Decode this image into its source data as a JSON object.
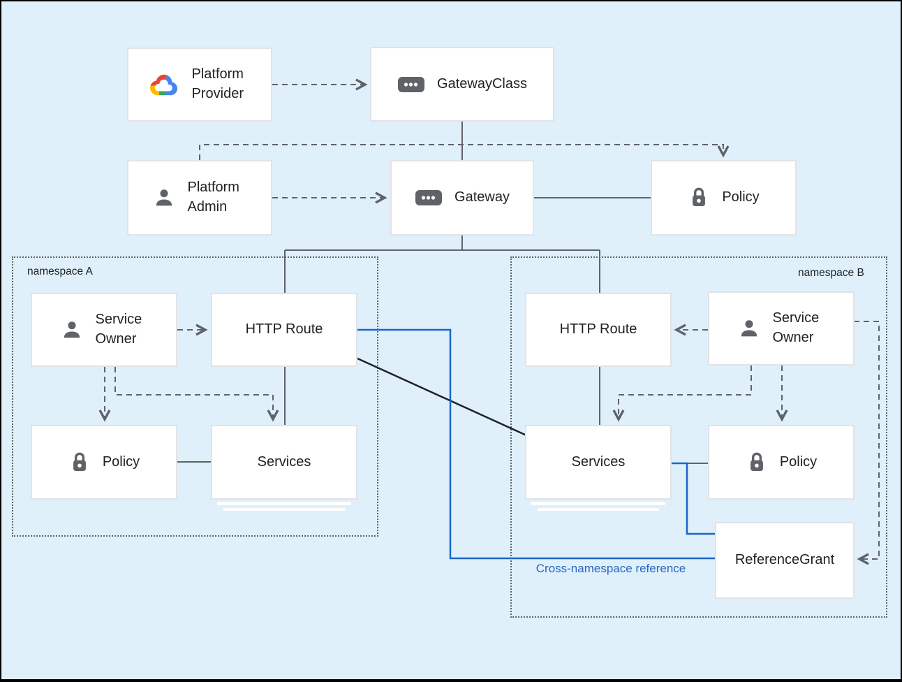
{
  "nodes": {
    "platform_provider": {
      "label": "Platform Provider",
      "icon": "google-cloud-logo"
    },
    "gateway_class": {
      "label": "GatewayClass",
      "icon": "resource-chip"
    },
    "platform_admin": {
      "label": "Platform Admin",
      "icon": "person"
    },
    "gateway": {
      "label": "Gateway",
      "icon": "resource-chip"
    },
    "policy_top": {
      "label": "Policy",
      "icon": "lock"
    },
    "service_owner_a": {
      "label": "Service Owner",
      "icon": "person"
    },
    "http_route_a": {
      "label": "HTTP Route",
      "icon": "none"
    },
    "policy_a": {
      "label": "Policy",
      "icon": "lock"
    },
    "services_a": {
      "label": "Services",
      "icon": "none"
    },
    "http_route_b": {
      "label": "HTTP Route",
      "icon": "none"
    },
    "service_owner_b": {
      "label": "Service Owner",
      "icon": "person"
    },
    "services_b": {
      "label": "Services",
      "icon": "none"
    },
    "policy_b": {
      "label": "Policy",
      "icon": "lock"
    },
    "reference_grant": {
      "label": "ReferenceGrant",
      "icon": "none"
    }
  },
  "namespaces": {
    "a": {
      "label": "namespace A"
    },
    "b": {
      "label": "namespace B"
    }
  },
  "annotations": {
    "cross_namespace_reference": {
      "label": "Cross-namespace reference",
      "color": "#2765C0"
    }
  },
  "colors": {
    "background": "#DFF0FB",
    "frame": "#000000",
    "box_border": "#E1E3E6",
    "text": "#202124",
    "line_gray": "#5F6368",
    "line_black": "#202124",
    "line_blue": "#1A66C8",
    "icon_gray": "#5F6368",
    "logo_red": "#EA4335",
    "logo_blue": "#4285F4",
    "logo_yellow": "#FBBC04",
    "logo_green": "#34A853"
  }
}
